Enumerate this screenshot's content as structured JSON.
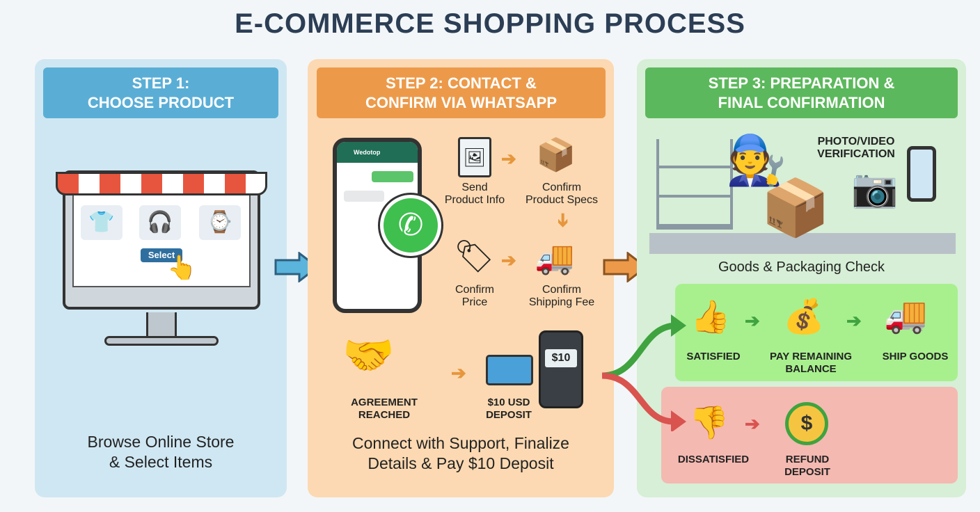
{
  "title": "E-COMMERCE SHOPPING PROCESS",
  "step1": {
    "header": [
      "STEP 1:",
      "CHOOSE PRODUCT"
    ],
    "select_button": "Select",
    "caption": [
      "Browse Online Store",
      "& Select Items"
    ]
  },
  "step2": {
    "header": [
      "STEP 2: CONTACT &",
      "CONFIRM VIA WHATSAPP"
    ],
    "chat_name": "Wedotop",
    "items": {
      "send": [
        "Send",
        "Product Info"
      ],
      "specs": [
        "Confirm",
        "Product Specs"
      ],
      "price": [
        "Confirm",
        "Price"
      ],
      "shipping": [
        "Confirm",
        "Shipping Fee"
      ],
      "agreement": [
        "AGREEMENT",
        "REACHED"
      ],
      "deposit": [
        "$10 USD",
        "DEPOSIT"
      ]
    },
    "terminal_amount": "$10",
    "caption": [
      "Connect with Support, Finalize",
      "Details & Pay $10 Deposit"
    ]
  },
  "step3": {
    "header": [
      "STEP 3: PREPARATION &",
      "FINAL CONFIRMATION"
    ],
    "verification": [
      "PHOTO/VIDEO",
      "VERIFICATION"
    ],
    "check_caption": "Goods & Packaging Check",
    "satisfied": {
      "label": "SATISFIED",
      "pay": [
        "PAY REMAINING",
        "BALANCE"
      ],
      "ship": "SHIP GOODS"
    },
    "dissatisfied": {
      "label": "DISSATISFIED",
      "refund": [
        "REFUND",
        "DEPOSIT"
      ]
    }
  },
  "colors": {
    "blue": "#5aaed6",
    "orange": "#ec9a4a",
    "green": "#5cb85c",
    "panel_blue": "#cfe7f2",
    "panel_peach": "#fcd9b2",
    "panel_green": "#d6efd6",
    "satisfied": "#a8f08e",
    "dissatisfied": "#f4b9b1"
  }
}
